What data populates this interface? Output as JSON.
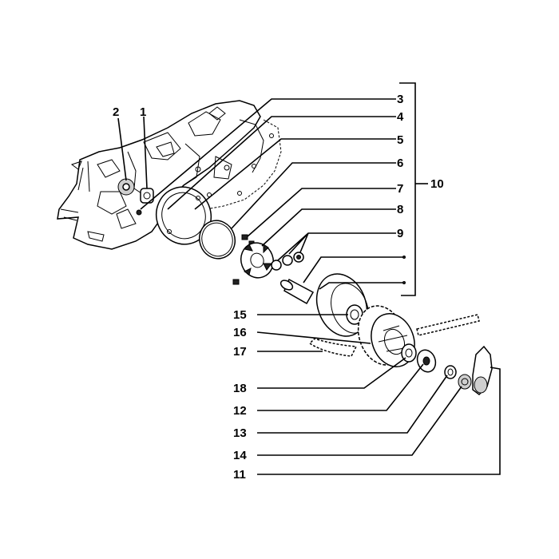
{
  "diagram": {
    "labels": {
      "n1": "1",
      "n2": "2",
      "n3": "3",
      "n4": "4",
      "n5": "5",
      "n6": "6",
      "n7": "7",
      "n8": "8",
      "n9": "9",
      "n10": "10",
      "n11": "11",
      "n12": "12",
      "n13": "13",
      "n14": "14",
      "n15": "15",
      "n16": "16",
      "n17": "17",
      "n18": "18"
    }
  }
}
